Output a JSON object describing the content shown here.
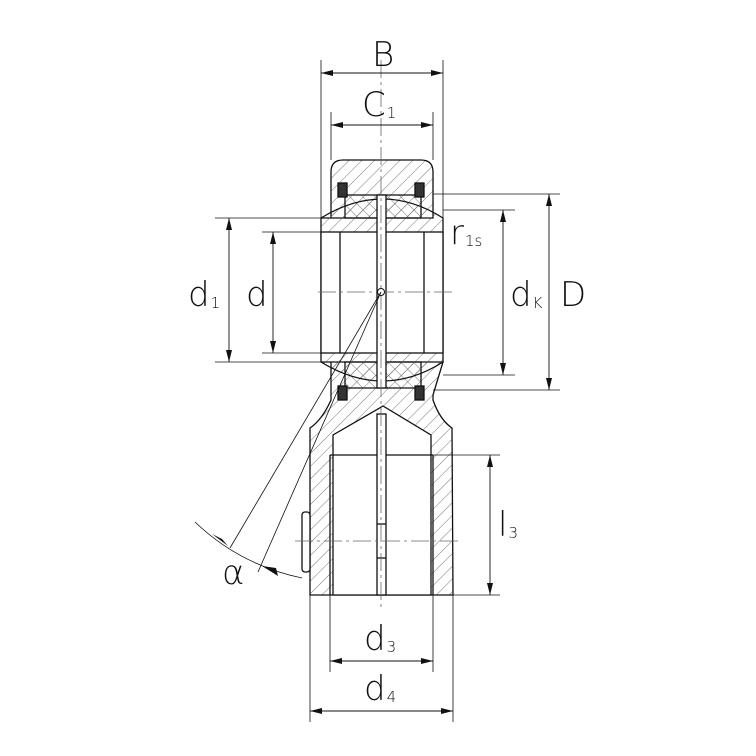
{
  "drawing": {
    "title": "Hydraulic rod end with spherical plain bearing",
    "labels": {
      "B": {
        "main": "B",
        "sub": ""
      },
      "C1": {
        "main": "C",
        "sub": "1"
      },
      "d1": {
        "main": "d",
        "sub": "1"
      },
      "d": {
        "main": "d",
        "sub": ""
      },
      "dK": {
        "main": "d",
        "sub": "K"
      },
      "D": {
        "main": "D",
        "sub": ""
      },
      "r1s": {
        "main": "r",
        "sub": "1s"
      },
      "l3": {
        "main": "l",
        "sub": "3"
      },
      "d3": {
        "main": "d",
        "sub": "3"
      },
      "d4": {
        "main": "d",
        "sub": "4"
      },
      "alpha": {
        "main": "α",
        "sub": ""
      }
    },
    "colors": {
      "line": "#111111",
      "seal": "#333333",
      "hatch": "#555555"
    }
  }
}
